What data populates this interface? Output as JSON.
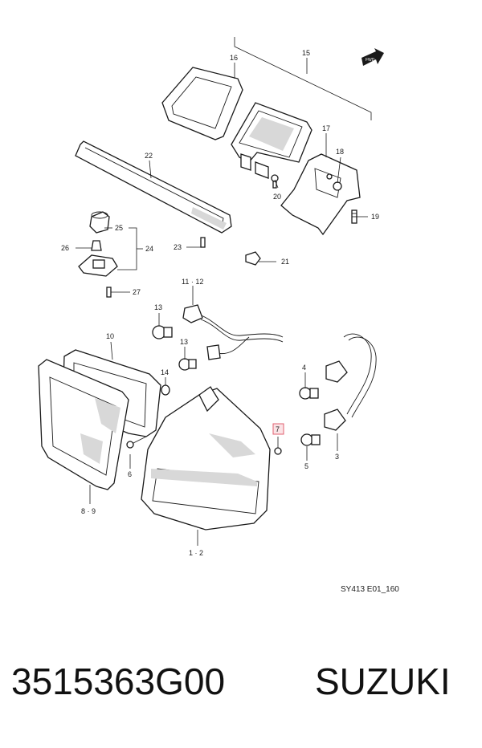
{
  "diagram": {
    "callouts": [
      {
        "id": "c16",
        "text": "16"
      },
      {
        "id": "c15",
        "text": "15"
      },
      {
        "id": "c17",
        "text": "17"
      },
      {
        "id": "c18",
        "text": "18"
      },
      {
        "id": "c22",
        "text": "22"
      },
      {
        "id": "c20",
        "text": "20"
      },
      {
        "id": "c19",
        "text": "19"
      },
      {
        "id": "c25",
        "text": "25"
      },
      {
        "id": "c24",
        "text": "24"
      },
      {
        "id": "c26",
        "text": "26"
      },
      {
        "id": "c23",
        "text": "23"
      },
      {
        "id": "c21",
        "text": "21"
      },
      {
        "id": "c27",
        "text": "27"
      },
      {
        "id": "c1112",
        "text": "11 · 12"
      },
      {
        "id": "c13a",
        "text": "13"
      },
      {
        "id": "c13b",
        "text": "13"
      },
      {
        "id": "c10",
        "text": "10"
      },
      {
        "id": "c14",
        "text": "14"
      },
      {
        "id": "c4",
        "text": "4"
      },
      {
        "id": "c7",
        "text": "7"
      },
      {
        "id": "c6",
        "text": "6"
      },
      {
        "id": "c3",
        "text": "3"
      },
      {
        "id": "c5",
        "text": "5"
      },
      {
        "id": "c89",
        "text": "8 · 9"
      },
      {
        "id": "c12b",
        "text": "1 · 2"
      }
    ],
    "fwd_label": "FWD",
    "reference_code": "SY413 E01_160",
    "highlight_color": "#e06070"
  },
  "footer": {
    "part_number": "3515363G00",
    "brand": "SUZUKI"
  }
}
